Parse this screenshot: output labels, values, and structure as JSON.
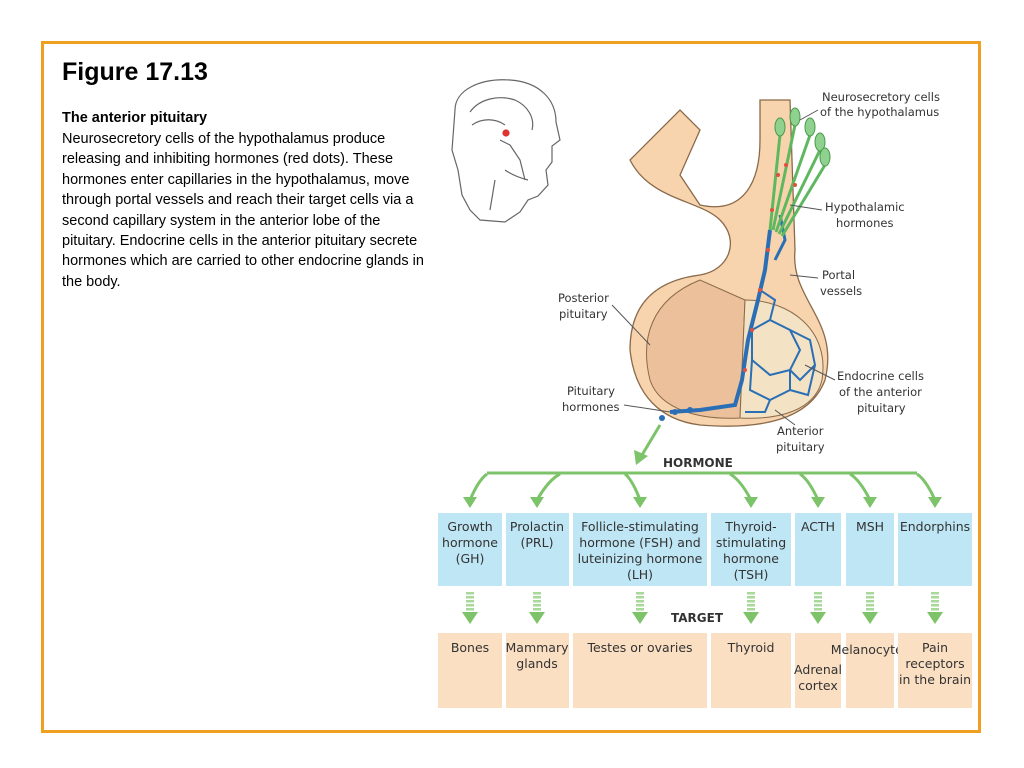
{
  "figure": {
    "title": "Figure 17.13",
    "subtitle": "The anterior pituitary",
    "description": "Neurosecretory cells of the hypothalamus produce releasing and inhibiting hormones (red dots).  These hormones enter capillaries in the hypothalamus, move through portal vessels and reach their target cells via a second capillary system in the anterior lobe of the pituitary.  Endocrine cells in the anterior pituitary secrete hormones which are carried to other endocrine glands in the body."
  },
  "labels": {
    "neurosecretory_1": "Neurosecretory cells",
    "neurosecretory_2": "of the hypothalamus",
    "hypothalamic_1": "Hypothalamic",
    "hypothalamic_2": "hormones",
    "portal_1": "Portal",
    "portal_2": "vessels",
    "posterior_1": "Posterior",
    "posterior_2": "pituitary",
    "endocrine_1": "Endocrine cells",
    "endocrine_2": "of the anterior",
    "endocrine_3": "pituitary",
    "pituitary_hormones_1": "Pituitary",
    "pituitary_hormones_2": "hormones",
    "anterior_1": "Anterior",
    "anterior_2": "pituitary"
  },
  "hormone_header": "HORMONE",
  "target_header": "TARGET",
  "hormones": [
    {
      "line1": "Growth",
      "line2": "hormone",
      "line3": "(GH)",
      "line4": ""
    },
    {
      "line1": "Prolactin",
      "line2": "(PRL)",
      "line3": "",
      "line4": ""
    },
    {
      "line1": "Follicle-stimulating",
      "line2": "hormone (FSH) and",
      "line3": "luteinizing hormone",
      "line4": "(LH)"
    },
    {
      "line1": "Thyroid-",
      "line2": "stimulating",
      "line3": "hormone",
      "line4": "(TSH)"
    },
    {
      "line1": "ACTH",
      "line2": "",
      "line3": "",
      "line4": ""
    },
    {
      "line1": "MSH",
      "line2": "",
      "line3": "",
      "line4": ""
    },
    {
      "line1": "Endorphins",
      "line2": "",
      "line3": "",
      "line4": ""
    }
  ],
  "targets": [
    {
      "line1": "Bones",
      "line2": "",
      "line3": ""
    },
    {
      "line1": "Mammary",
      "line2": "glands",
      "line3": ""
    },
    {
      "line1": "Testes or ovaries",
      "line2": "",
      "line3": ""
    },
    {
      "line1": "Thyroid",
      "line2": "",
      "line3": ""
    },
    {
      "line1": "Adrenal",
      "line2": "cortex",
      "line3": ""
    },
    {
      "line1": "Melanocytes",
      "line2": "",
      "line3": ""
    },
    {
      "line1": "Pain",
      "line2": "receptors",
      "line3": "in the brain"
    }
  ],
  "colors": {
    "frame": "#f0a020",
    "hormone_box": "#bfe6f5",
    "target_box": "#fbdfc3",
    "arrow_green": "#7cc36a",
    "tissue": "#f7d4ad",
    "vessel": "#2a6fb5",
    "neuron": "#8fd18f"
  }
}
